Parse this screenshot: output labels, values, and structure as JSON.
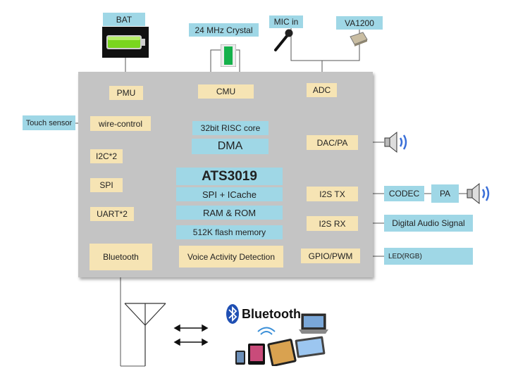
{
  "external": {
    "bat": "BAT",
    "crystal": "24 MHz Crystal",
    "mic_in": "MIC in",
    "va1200": "VA1200",
    "touch_sensor": "Touch sensor",
    "codec": "CODEC",
    "pa": "PA",
    "digital_audio": "Digital Audio Signal",
    "led": "LED(RGB)"
  },
  "chip": {
    "pmu": "PMU",
    "cmu": "CMU",
    "adc": "ADC",
    "wire_control": "wire-control",
    "risc": "32bit RISC core",
    "dma": "DMA",
    "dac_pa": "DAC/PA",
    "i2c": "I2C*2",
    "spi": "SPI",
    "uart": "UART*2",
    "ats": "ATS3019",
    "spi_icache": "SPI + ICache",
    "ram_rom": "RAM & ROM",
    "flash": "512K flash memory",
    "i2s_tx": "I2S  TX",
    "i2s_rx": "I2S  RX",
    "gpio": "GPIO/PWM",
    "bluetooth": "Bluetooth",
    "vad": "Voice Activity Detection"
  },
  "bluetooth_logo": "Bluetooth",
  "colors": {
    "blue_box": "#9fd7e6",
    "tan_box": "#f6e4b4",
    "chip": "#c4c4c4",
    "speaker_wave": "#3a6fd8"
  },
  "icons": [
    "battery-icon",
    "crystal-icon",
    "microphone-icon",
    "module-icon",
    "speaker-icon",
    "antenna-icon",
    "double-arrow-icon",
    "bluetooth-devices-icon"
  ]
}
